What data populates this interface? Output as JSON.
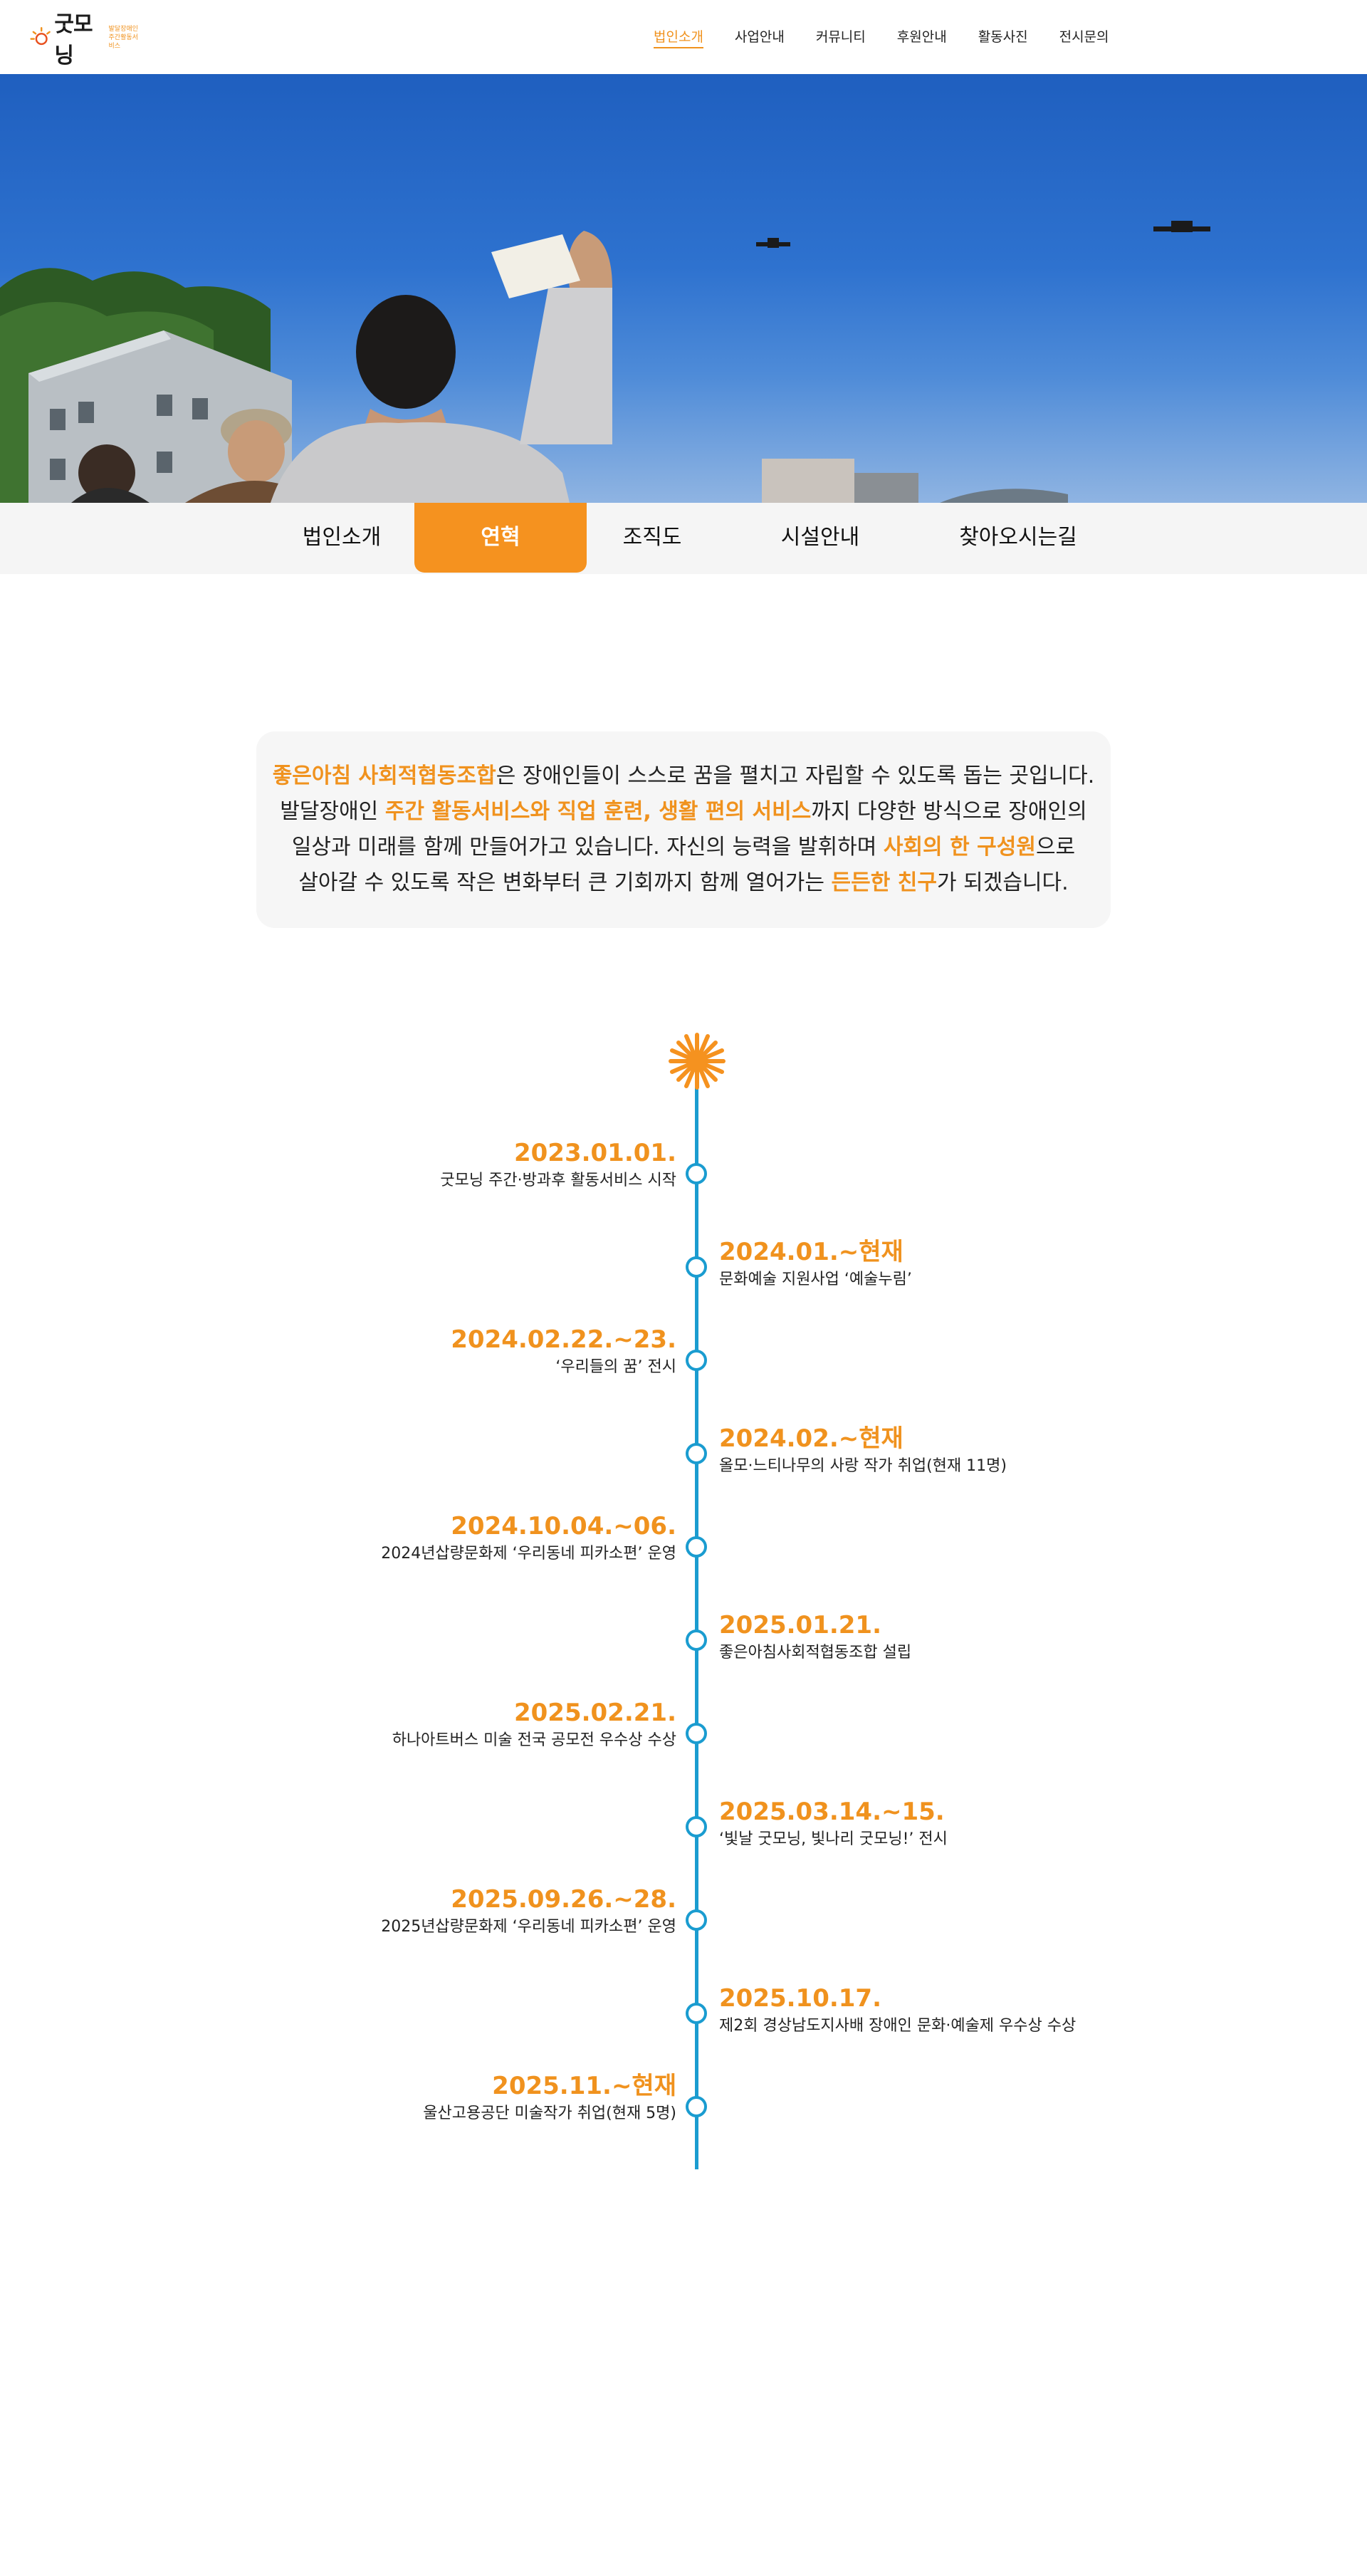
{
  "header": {
    "logo_text": "굿모닝",
    "logo_sub_line1": "발달장애인",
    "logo_sub_line2": "주간활동서비스",
    "nav": [
      {
        "label": "법인소개",
        "active": true
      },
      {
        "label": "사업안내",
        "active": false
      },
      {
        "label": "커뮤니티",
        "active": false
      },
      {
        "label": "후원안내",
        "active": false
      },
      {
        "label": "활동사진",
        "active": false
      },
      {
        "label": "전시문의",
        "active": false
      }
    ]
  },
  "tabs": [
    {
      "label": "법인소개",
      "active": false
    },
    {
      "label": "연혁",
      "active": true
    },
    {
      "label": "조직도",
      "active": false
    },
    {
      "label": "시설안내",
      "active": false
    },
    {
      "label": "찾아오시는길",
      "active": false
    }
  ],
  "intro": {
    "p1_hl": "좋은아침 사회적협동조합",
    "p1": "은 장애인들이 스스로 꿈을 펼치고 자립할 수 있도록 돕는 곳입니다.",
    "p2a": "발달장애인 ",
    "p2_hl": "주간 활동서비스와 직업 훈련, 생활 편의 서비스",
    "p2b": "까지 다양한 방식으로 장애인의",
    "p3a": "일상과 미래를 함께 만들어가고 있습니다. 자신의 능력을 발휘하며 ",
    "p3_hl": "사회의 한 구성원",
    "p3b": "으로",
    "p4a": "살아갈 수 있도록 작은 변화부터 큰 기회까지 함께 열어가는 ",
    "p4_hl": "든든한 친구",
    "p4b": "가 되겠습니다."
  },
  "timeline": [
    {
      "date": "2023.01.01.",
      "desc": "굿모닝 주간·방과후 활동서비스 시작",
      "side": "left"
    },
    {
      "date": "2024.01.~현재",
      "desc": "문화예술 지원사업 ‘예술누림’",
      "side": "right"
    },
    {
      "date": "2024.02.22.~23.",
      "desc": "‘우리들의 꿈’ 전시",
      "side": "left"
    },
    {
      "date": "2024.02.~현재",
      "desc": "올모·느티나무의 사랑 작가 취업(현재 11명)",
      "side": "right"
    },
    {
      "date": "2024.10.04.~06.",
      "desc": "2024년삽량문화제 ‘우리동네 피카소편’ 운영",
      "side": "left"
    },
    {
      "date": "2025.01.21.",
      "desc": "좋은아침사회적협동조합 설립",
      "side": "right"
    },
    {
      "date": "2025.02.21.",
      "desc": "하나아트버스 미술 전국 공모전 우수상 수상",
      "side": "left"
    },
    {
      "date": "2025.03.14.~15.",
      "desc": "‘빛날 굿모닝, 빛나리 굿모닝!’ 전시",
      "side": "right"
    },
    {
      "date": "2025.09.26.~28.",
      "desc": "2025년삽량문화제 ‘우리동네 피카소편’ 운영",
      "side": "left"
    },
    {
      "date": "2025.10.17.",
      "desc": "제2회 경상남도지사배 장애인 문화·예술제 우수상 수상",
      "side": "right"
    },
    {
      "date": "2025.11.~현재",
      "desc": "울산고용공단 미술작가 취업(현재 5명)",
      "side": "left"
    }
  ],
  "colors": {
    "accent": "#f0921e",
    "timeline": "#1a9cd0"
  }
}
